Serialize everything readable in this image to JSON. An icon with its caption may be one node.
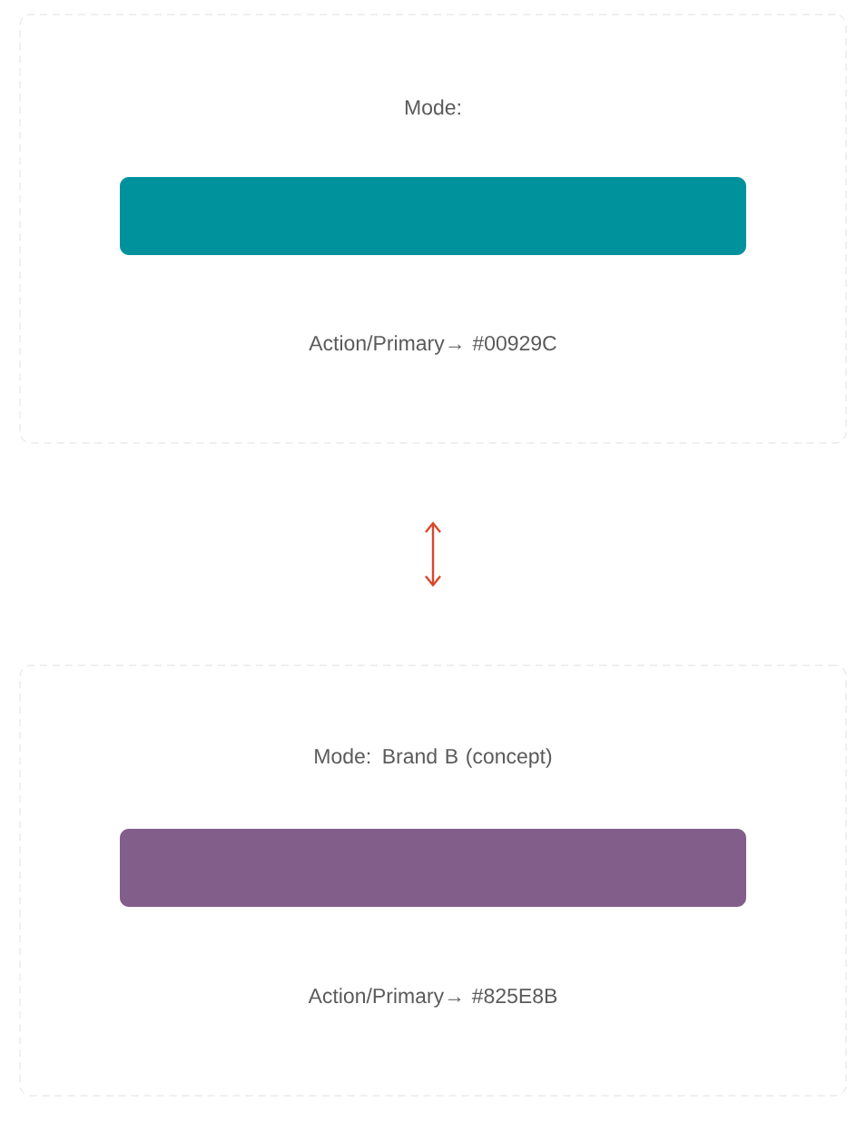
{
  "diagram": {
    "nodes": [
      {
        "text": [
          "Mode:",
          "Action/Primary→ #00929C"
        ]
      },
      {
        "text": [],
        "shape": "bar",
        "in": 0
      },
      {
        "text": [
          "Mode: Brand B (concept)",
          "Action/Primary→ #825E8B"
        ]
      },
      {
        "text": [],
        "shape": "bar",
        "in": 2
      }
    ],
    "edges": [
      {
        "from": 0,
        "to": 2,
        "arrow": "both",
        "color": "#d9472b"
      }
    ]
  }
}
